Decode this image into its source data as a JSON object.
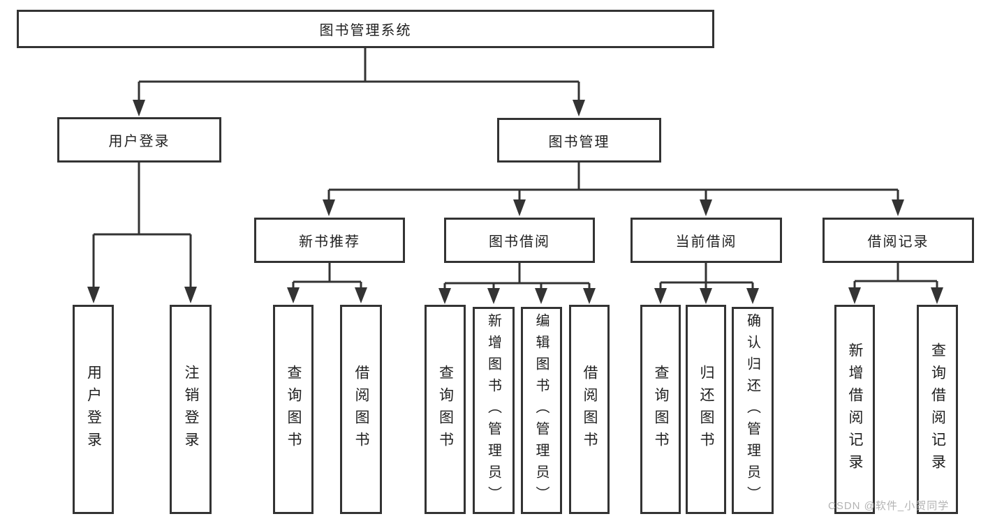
{
  "root_label": "图书管理系统",
  "user_login": {
    "label": "用户登录",
    "children": [
      "用户登录",
      "注销登录"
    ]
  },
  "book_mgmt": {
    "label": "图书管理"
  },
  "sections": [
    {
      "label": "新书推荐",
      "children": [
        "查询图书",
        "借阅图书"
      ]
    },
    {
      "label": "图书借阅",
      "children": [
        "查询图书",
        "新增图书（管理员）",
        "编辑图书（管理员）",
        "借阅图书"
      ]
    },
    {
      "label": "当前借阅",
      "children": [
        "查询图书",
        "归还图书",
        "确认归还（管理员）"
      ]
    },
    {
      "label": "借阅记录",
      "children": [
        "新增借阅记录",
        "查询借阅记录"
      ]
    }
  ],
  "watermark": "CSDN @软件_小贺同学",
  "colors": {
    "line": "#333333",
    "text": "#1f1f1f",
    "watermark": "#b3b3b3",
    "background": "#ffffff"
  }
}
